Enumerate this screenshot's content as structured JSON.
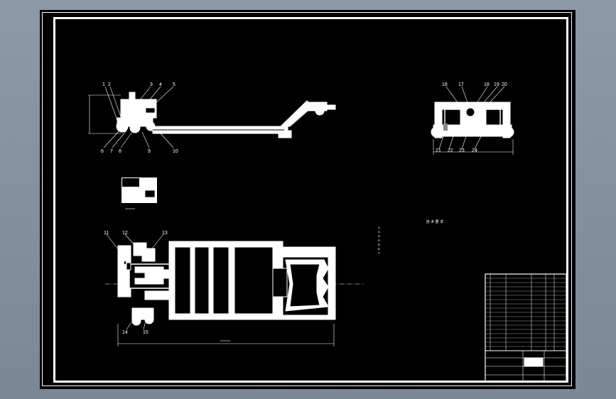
{
  "drawing": {
    "background_color": "#000000",
    "line_color": "#ffffff",
    "front_view_labels": [
      "1",
      "2",
      "3",
      "4",
      "5",
      "6",
      "7",
      "8",
      "9",
      "10"
    ],
    "plan_view_labels": [
      "11",
      "12",
      "13",
      "14",
      "15"
    ],
    "side_view_labels": [
      "16",
      "17",
      "18",
      "19",
      "20",
      "21",
      "22",
      "23",
      "24"
    ],
    "technical_requirements": {
      "title": "技 术 要 求",
      "lines": [
        "1. ",
        "2. ",
        "3. ",
        "4. ",
        "5. ",
        "6. ",
        "7. "
      ]
    }
  }
}
